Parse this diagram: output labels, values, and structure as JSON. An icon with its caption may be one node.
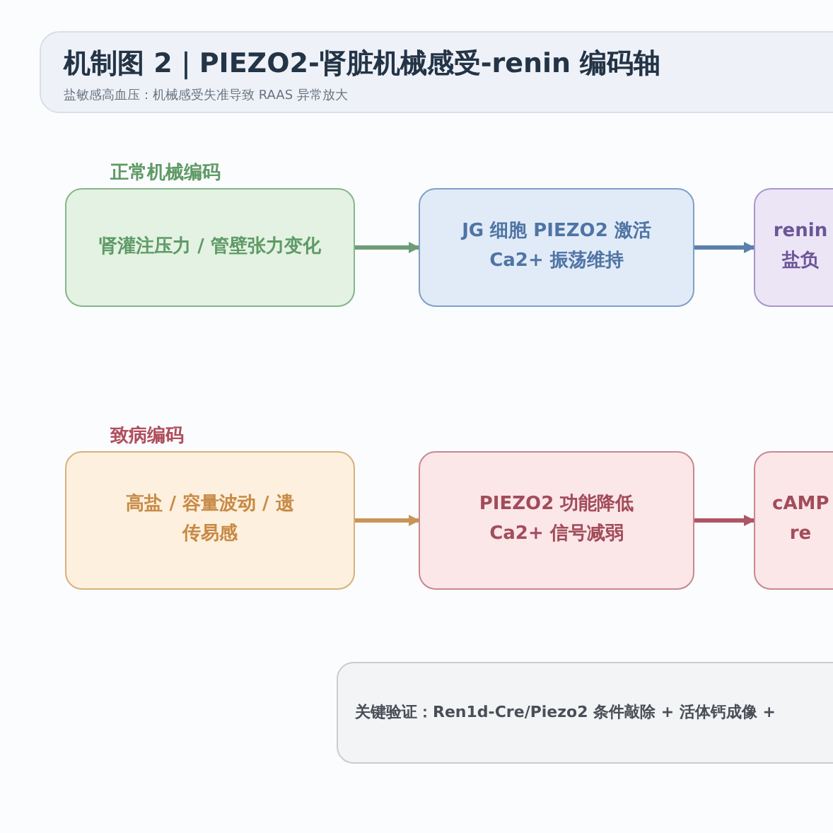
{
  "diagram": {
    "title": "机制图 2｜PIEZO2-肾脏机械感受-renin 编码轴",
    "caption": "盐敏感高血压：机械感受失准导致 RAAS 异常放大",
    "nodes": [
      {
        "text": [
          "肾灌注压力 / 管壁张力变化"
        ]
      },
      {
        "text": [
          "JG 细胞 PIEZO2 激活 Ca2+ 振荡维持"
        ]
      },
      {
        "text": [
          "renin 盐负"
        ]
      },
      {
        "text": [
          "高盐 / 容量波动 / 遗传易感"
        ]
      },
      {
        "text": [
          "PIEZO2 功能降低 Ca2+ 信号减弱"
        ]
      },
      {
        "text": [
          "cAMP re"
        ]
      },
      {
        "text": [
          "关键验证：Ren1d-Cre/Piezo2 条件敲除 + 活体钙成像 +"
        ]
      }
    ],
    "edges": [
      {
        "from": 0,
        "to": 1,
        "arrow": "to",
        "color": "#6e9c76"
      },
      {
        "from": 1,
        "to": 2,
        "arrow": "to",
        "color": "#5b80aa"
      },
      {
        "from": 3,
        "to": 4,
        "arrow": "to",
        "color": "#c99458"
      },
      {
        "from": 4,
        "to": 5,
        "arrow": "to",
        "color": "#ae5663"
      }
    ],
    "labels": [
      "正常机械编码",
      "致病编码"
    ]
  }
}
